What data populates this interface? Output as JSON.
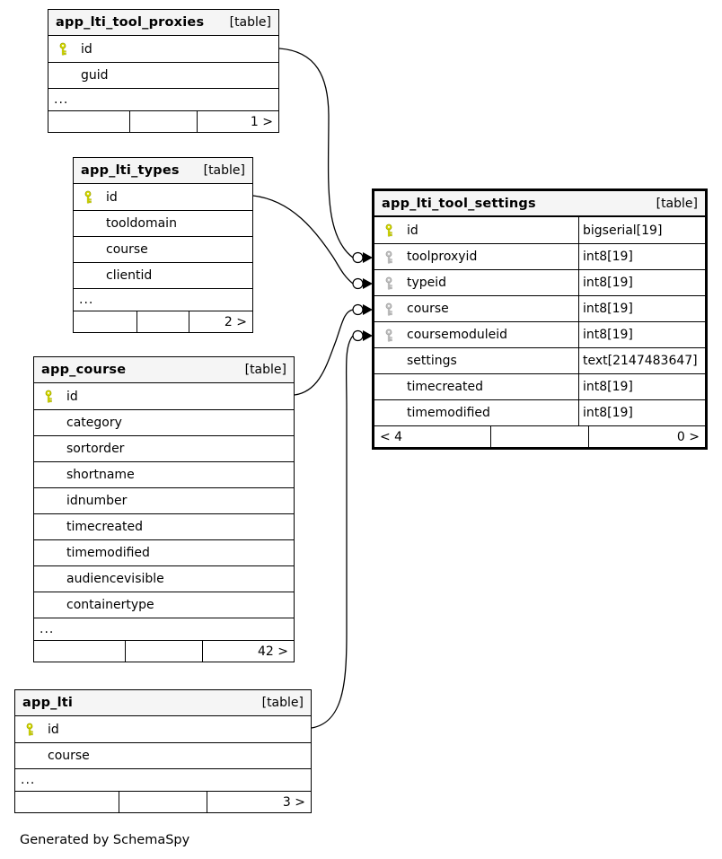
{
  "diagram": {
    "generator_note": "Generated by SchemaSpy"
  },
  "colors": {
    "primary_key": "#d8dc00",
    "primary_key_stroke": "#9aa000",
    "foreign_key": "#c4c4c4",
    "foreign_key_stroke": "#9a9a9a",
    "header_bg": "#f5f5f5",
    "border": "#000000"
  },
  "tables": [
    {
      "name": "app_lti_tool_proxies",
      "badge": "[table]",
      "columns": [
        {
          "name": "id",
          "key": "primary"
        },
        {
          "name": "guid",
          "key": "none"
        }
      ],
      "more_indicator": "...",
      "footer": {
        "left": "",
        "middle": "",
        "right": "1 >"
      }
    },
    {
      "name": "app_lti_types",
      "badge": "[table]",
      "columns": [
        {
          "name": "id",
          "key": "primary"
        },
        {
          "name": "tooldomain",
          "key": "none"
        },
        {
          "name": "course",
          "key": "none"
        },
        {
          "name": "clientid",
          "key": "none"
        }
      ],
      "more_indicator": "...",
      "footer": {
        "left": "",
        "middle": "",
        "right": "2 >"
      }
    },
    {
      "name": "app_course",
      "badge": "[table]",
      "columns": [
        {
          "name": "id",
          "key": "primary"
        },
        {
          "name": "category",
          "key": "none"
        },
        {
          "name": "sortorder",
          "key": "none"
        },
        {
          "name": "shortname",
          "key": "none"
        },
        {
          "name": "idnumber",
          "key": "none"
        },
        {
          "name": "timecreated",
          "key": "none"
        },
        {
          "name": "timemodified",
          "key": "none"
        },
        {
          "name": "audiencevisible",
          "key": "none"
        },
        {
          "name": "containertype",
          "key": "none"
        }
      ],
      "more_indicator": "...",
      "footer": {
        "left": "",
        "middle": "",
        "right": "42 >"
      }
    },
    {
      "name": "app_lti",
      "badge": "[table]",
      "columns": [
        {
          "name": "id",
          "key": "primary"
        },
        {
          "name": "course",
          "key": "none"
        }
      ],
      "more_indicator": "...",
      "footer": {
        "left": "",
        "middle": "",
        "right": "3 >"
      }
    },
    {
      "name": "app_lti_tool_settings",
      "badge": "[table]",
      "columns": [
        {
          "name": "id",
          "key": "primary",
          "type": "bigserial[19]"
        },
        {
          "name": "toolproxyid",
          "key": "foreign",
          "type": "int8[19]"
        },
        {
          "name": "typeid",
          "key": "foreign",
          "type": "int8[19]"
        },
        {
          "name": "course",
          "key": "foreign",
          "type": "int8[19]"
        },
        {
          "name": "coursemoduleid",
          "key": "foreign",
          "type": "int8[19]"
        },
        {
          "name": "settings",
          "key": "none",
          "type": "text[2147483647]"
        },
        {
          "name": "timecreated",
          "key": "none",
          "type": "int8[19]"
        },
        {
          "name": "timemodified",
          "key": "none",
          "type": "int8[19]"
        }
      ],
      "footer": {
        "left": "< 4",
        "middle": "",
        "right": "0 >"
      }
    }
  ],
  "relationships": [
    {
      "from_table": "app_lti_tool_proxies",
      "from_column": "id",
      "to_table": "app_lti_tool_settings",
      "to_column": "toolproxyid"
    },
    {
      "from_table": "app_lti_types",
      "from_column": "id",
      "to_table": "app_lti_tool_settings",
      "to_column": "typeid"
    },
    {
      "from_table": "app_course",
      "from_column": "id",
      "to_table": "app_lti_tool_settings",
      "to_column": "course"
    },
    {
      "from_table": "app_lti",
      "from_column": "id",
      "to_table": "app_lti_tool_settings",
      "to_column": "coursemoduleid"
    }
  ]
}
